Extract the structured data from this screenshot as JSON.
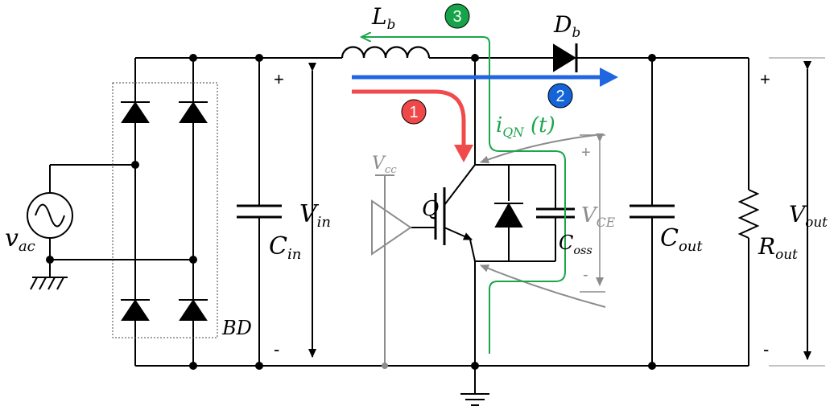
{
  "colors": {
    "wire": "#000000",
    "gray": "#8c8c8c",
    "green": "#1aa64a",
    "blue": "#1f66e0",
    "red": "#f04a4a",
    "badge_green": "#17a34a",
    "badge_blue": "#1464d8",
    "badge_red": "#f04848"
  },
  "labels": {
    "vac": {
      "main": "v",
      "sub": "ac"
    },
    "bd": "BD",
    "cin": {
      "main": "C",
      "sub": "in"
    },
    "vin": {
      "main": "V",
      "sub": "in"
    },
    "lb": {
      "main": "L",
      "sub": "b"
    },
    "db": {
      "main": "D",
      "sub": "b"
    },
    "vcc": {
      "main": "V",
      "sub": "cc"
    },
    "q": "Q",
    "iqn": {
      "main": "i",
      "sub": "QN",
      "suffix": " (t)"
    },
    "vce": {
      "main": "V",
      "sub": "CE"
    },
    "coss": {
      "main": "C",
      "sub": "oss"
    },
    "cout": {
      "main": "C",
      "sub": "out"
    },
    "rout": {
      "main": "R",
      "sub": "out"
    },
    "vout": {
      "main": "V",
      "sub": "out"
    },
    "plus": "+",
    "minus": "-"
  },
  "paths": [
    {
      "number": "1",
      "color": "red"
    },
    {
      "number": "2",
      "color": "blue"
    },
    {
      "number": "3",
      "color": "green"
    }
  ]
}
